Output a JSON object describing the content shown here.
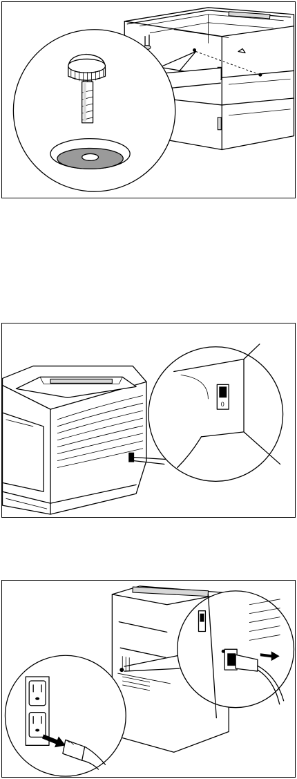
{
  "figures": [
    {
      "id": "figure-1"
    },
    {
      "id": "figure-2"
    },
    {
      "id": "figure-3"
    }
  ],
  "switch_glyph": "0"
}
